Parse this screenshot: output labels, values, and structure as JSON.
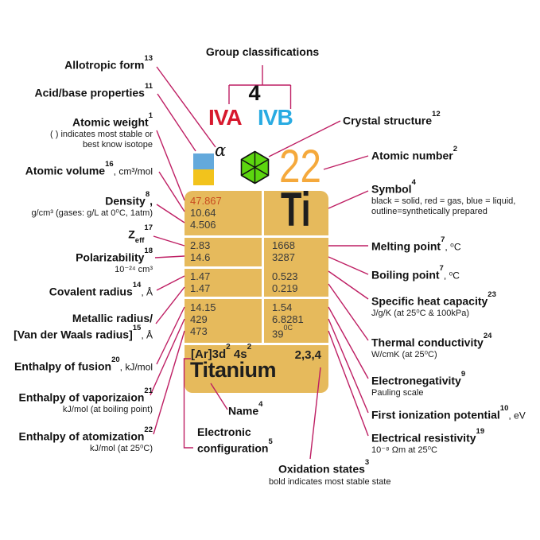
{
  "colors": {
    "leader_line": "#BE1E63",
    "card_background": "#E6BA5C",
    "group_a_red": "#D7182D",
    "group_b_blue": "#29ABE2",
    "atomic_number_orange": "#F5A93C",
    "swatch_blue": "#63A9DC",
    "swatch_yellow": "#F2C31C",
    "crystal_green": "#5CD60F",
    "gas_value_red": "#C84B1F"
  },
  "icons": {
    "crystal_structure": "hexagonal-crystal-icon",
    "state_swatch": "blue-yellow-state-swatch"
  },
  "top": {
    "group_classifications": "Group classifications",
    "group_number": "4",
    "group_a": "IVA",
    "group_b": "IVB",
    "allotrope_symbol": "α",
    "atomic_number": "22"
  },
  "card": {
    "symbol": "Ti",
    "name": "Titanium",
    "atomic_weight": "47.867",
    "atomic_volume": "10.64",
    "density": "4.506",
    "zeff": "2.83",
    "polarizability": "14.6",
    "covalent_radius": "1.47",
    "metallic_radius": "1.47",
    "melting_point": "1668",
    "boiling_point": "3287",
    "specific_heat": "0.523",
    "thermal_conductivity": "0.219",
    "enthalpy_fusion": "14.15",
    "enthalpy_vaporization": "429",
    "enthalpy_atomization": "473",
    "electronegativity": "1.54",
    "first_ionization": "6.8281",
    "resistivity_value": "39",
    "resistivity_sup": "0C",
    "econfig_p1": "[Ar]3d",
    "econfig_s1": "2",
    "econfig_p2": " 4s",
    "econfig_s2": "2",
    "oxidation_states": "2,3,4"
  },
  "labels": {
    "allotropic": {
      "text": "Allotropic form",
      "sup": "13"
    },
    "acid_base": {
      "text": "Acid/base properties",
      "sup": "11"
    },
    "atomic_weight": {
      "text": "Atomic weight",
      "sup": "1",
      "sub1": "( ) indicates most stable or",
      "sub2": "best know isotope"
    },
    "atomic_volume": {
      "text": "Atomic volume",
      "sup": "16",
      "suffix": ", cm³/mol"
    },
    "density": {
      "text": "Density",
      "sup": "8",
      "suffix": ",",
      "sub1": "g/cm³ (gases: g/L at 0⁰C, 1atm)"
    },
    "zeff": {
      "base": "Z",
      "subscript": "eff",
      "sup": "17"
    },
    "polarizability": {
      "text": "Polarizability",
      "sup": "18",
      "sub1": "10⁻²⁴ cm³"
    },
    "covalent": {
      "text": "Covalent radius",
      "sup": "14",
      "suffix": ", Å"
    },
    "metallic": {
      "line1": "Metallic radius/",
      "line2": "[Van der Waals radius]",
      "sup": "15",
      "suffix": ", Å"
    },
    "fusion": {
      "text": "Enthalpy of fusion",
      "sup": "20",
      "suffix": ", kJ/mol"
    },
    "vaporization": {
      "text": "Enthalpy of vaporizaion",
      "sup": "21",
      "sub1": "kJ/mol (at boiling point)"
    },
    "atomization": {
      "text": "Enthalpy of atomization",
      "sup": "22",
      "sub1": "kJ/mol (at 25⁰C)"
    },
    "crystal": {
      "text": "Crystal structure",
      "sup": "12"
    },
    "atomic_number": {
      "text": "Atomic number",
      "sup": "2"
    },
    "symbol": {
      "text": "Symbol",
      "sup": "4",
      "sub1": "black = solid, red = gas, blue = liquid,",
      "sub2": "outline=synthetically prepared"
    },
    "melting": {
      "text": "Melting point",
      "sup": "7",
      "suffix": ", ⁰C"
    },
    "boiling": {
      "text": "Boiling point",
      "sup": "7",
      "suffix": ", ⁰C"
    },
    "specific_heat": {
      "text": "Specific heat capacity",
      "sup": "23",
      "sub1": "J/g/K (at 25⁰C & 100kPa)"
    },
    "thermal": {
      "text": "Thermal conductivity",
      "sup": "24",
      "sub1": "W/cmK (at 25⁰C)"
    },
    "electronegativity": {
      "text": "Electronegativity",
      "sup": "9",
      "sub1": "Pauling scale"
    },
    "first_ionization": {
      "text": "First ionization potential",
      "sup": "10",
      "suffix": ", eV"
    },
    "resistivity": {
      "text": "Electrical resistivity",
      "sup": "19",
      "sub1": "10⁻⁸ Ωm at 25⁰C"
    },
    "name": {
      "text": "Name",
      "sup": "4"
    },
    "electronic": {
      "line1": "Electronic",
      "line2": "configuration",
      "sup": "5"
    },
    "oxidation": {
      "text": "Oxidation states",
      "sup": "3",
      "sub1": "bold indicates most stable state"
    }
  }
}
